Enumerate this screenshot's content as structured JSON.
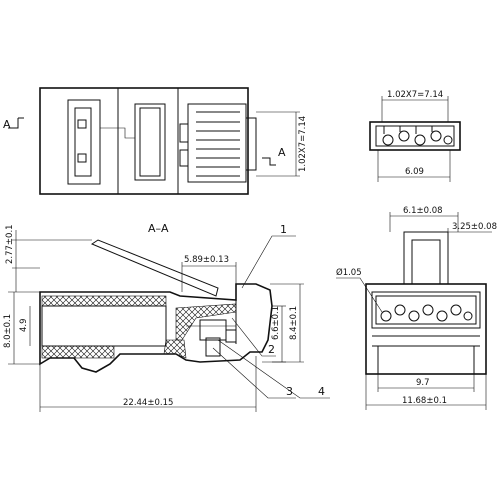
{
  "view_labels": {
    "section_arrow_top": "A",
    "section_arrow_right": "A",
    "section_title": "A–A"
  },
  "dimensions": {
    "pin_pitch_top": "1.02X7=7.14",
    "pin_pitch_side": "1.02X7=7.14",
    "end_view_width": "6.09",
    "latch_height": "2.77±0.1",
    "contact_offset": "5.89±0.13",
    "body_height": "8.0±0.1",
    "cable_height": "4.9",
    "contact_height": "6.6±0.1",
    "overall_height": "8.4±0.1",
    "overall_length": "22.44±0.15",
    "inner_width": "6.1±0.08",
    "latch_width": "3.25±0.08",
    "hole_diameter": "Ø1.05",
    "slot_width": "9.7",
    "overall_width": "11.68±0.1"
  },
  "callouts": [
    "1",
    "2",
    "3",
    "4"
  ]
}
